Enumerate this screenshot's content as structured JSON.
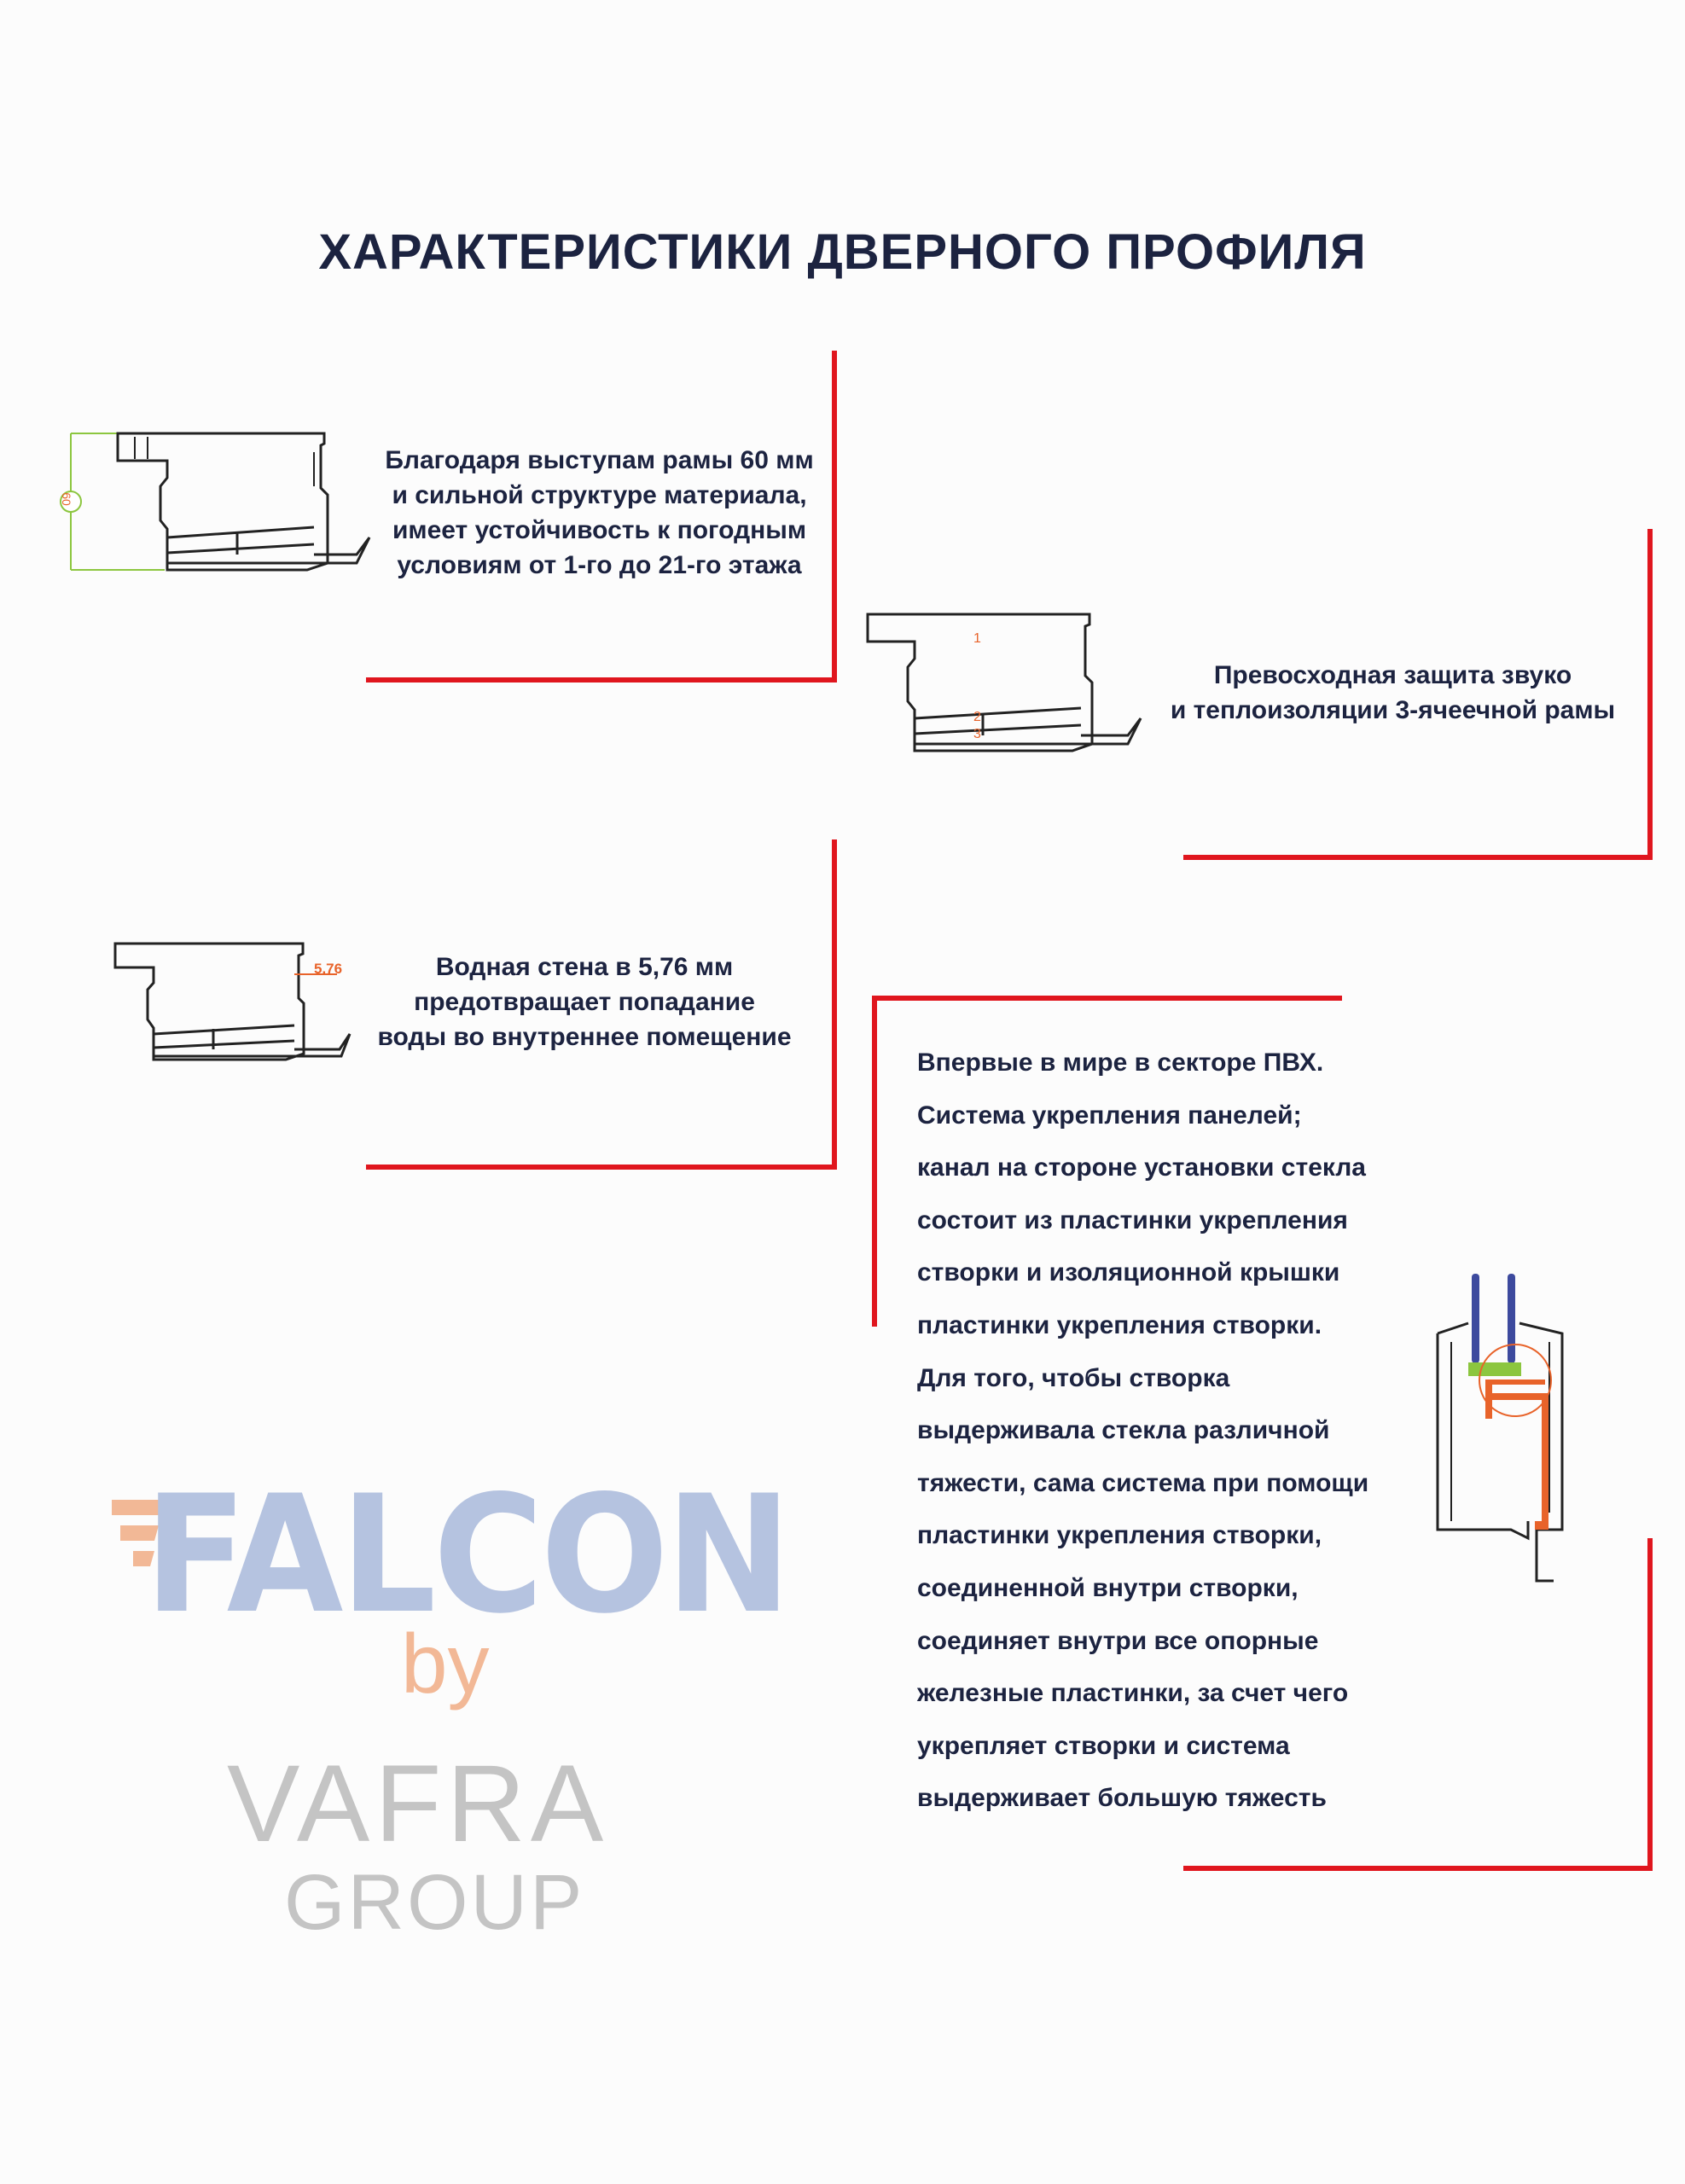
{
  "title": "ХАРАКТЕРИСТИКИ ДВЕРНОГО ПРОФИЛЯ",
  "feature1": {
    "lines": [
      "Благодаря выступам рамы 60 мм",
      "и сильной структуре материала,",
      "имеет устойчивость к погодным",
      "условиям от 1-го до 21-го этажа"
    ],
    "dimension_label": "60"
  },
  "feature2": {
    "lines": [
      "Превосходная защита звуко",
      "и теплоизоляции 3-ячеечной рамы"
    ],
    "chamber_labels": [
      "1",
      "2",
      "3"
    ]
  },
  "feature3": {
    "lines": [
      "Водная стена в 5,76 мм",
      "предотвращает попадание",
      "воды во внутреннее помещение"
    ],
    "dimension_label": "5.76"
  },
  "feature4": {
    "lines": [
      "Впервые в мире в секторе ПВХ.",
      "Система укрепления панелей;",
      "канал на стороне установки стекла",
      "состоит из пластинки укрепления",
      "створки и изоляционной крышки",
      "пластинки укрепления створки.",
      "Для того, чтобы створка",
      "выдерживала стекла различной",
      "тяжести, сама система при помощи",
      "пластинки укрепления створки,",
      "соединенной внутри створки,",
      "соединяет внутри все опорные",
      "железные пластинки, за счет чего",
      "укрепляет створки и система",
      "выдерживает большую тяжесть"
    ]
  },
  "logo": {
    "brand": "FALCON",
    "by": "by",
    "company": "VAFRA",
    "group": "GROUP"
  },
  "colors": {
    "accent_red": "#e0161e",
    "navy": "#1c2340",
    "orange": "#e8632a",
    "green": "#8cc63f",
    "logo_blue": "#b5c3e0",
    "logo_orange": "#f2b896",
    "logo_gray": "#c4c4c4"
  }
}
